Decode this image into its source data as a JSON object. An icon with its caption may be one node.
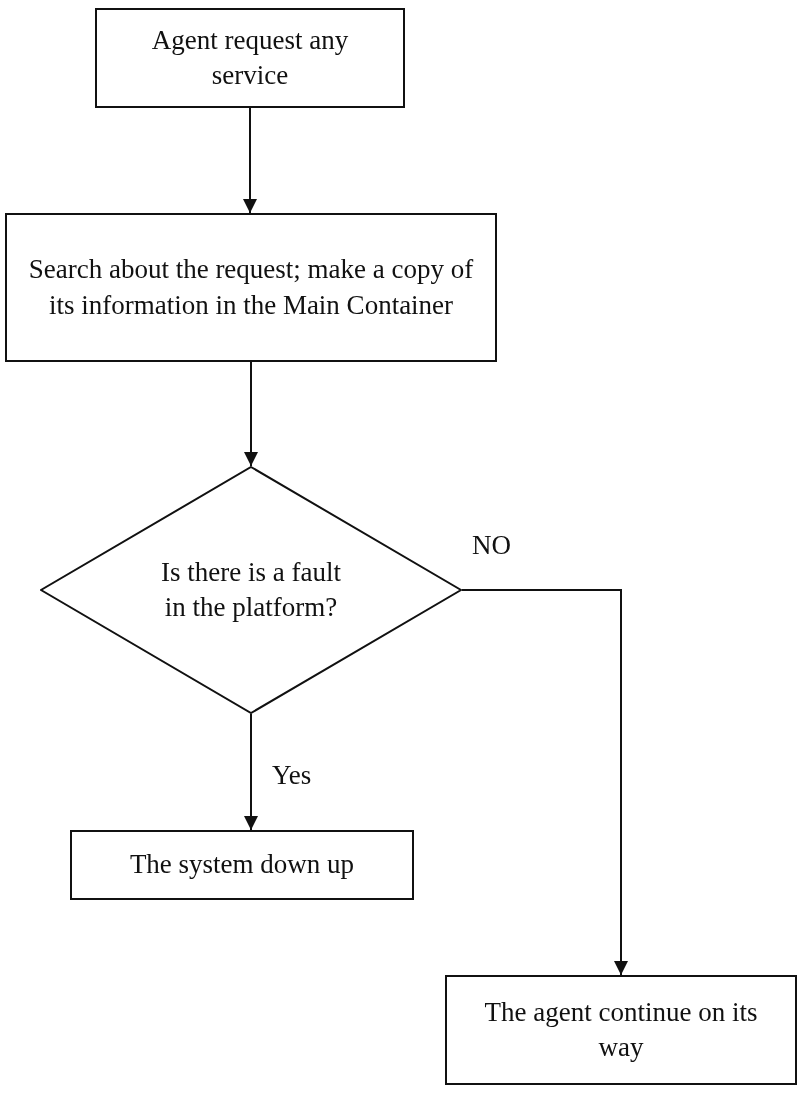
{
  "diagram": {
    "nodes": [
      {
        "text": [
          "Agent request any service"
        ]
      },
      {
        "text": [
          "Search about the request; make a copy of its information in the Main Container"
        ]
      },
      {
        "text": [
          "Is there is a fault in the platform?"
        ]
      },
      {
        "text": [
          "The system down up"
        ]
      },
      {
        "text": [
          "The agent continue on its way"
        ]
      }
    ],
    "edges": [
      {
        "from": 0,
        "to": 1,
        "arrow": "to"
      },
      {
        "from": 1,
        "to": 2,
        "arrow": "to"
      },
      {
        "from": 2,
        "to": 3,
        "arrow": "to",
        "label": "Yes"
      },
      {
        "from": 2,
        "to": 4,
        "arrow": "to",
        "label": "NO"
      }
    ]
  }
}
